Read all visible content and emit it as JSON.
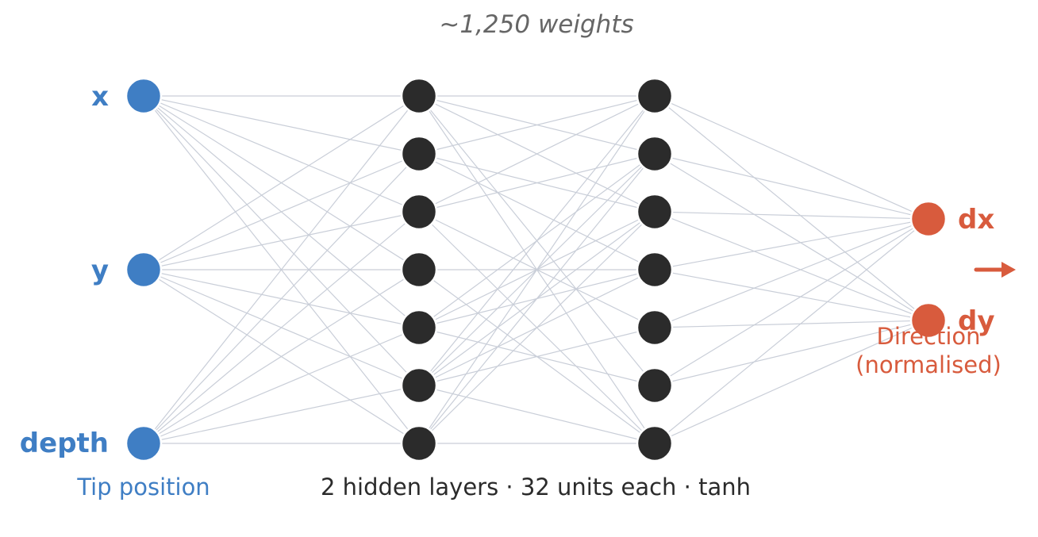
{
  "title": "~1,250 weights",
  "inputs": {
    "labels": [
      "x",
      "y",
      "depth"
    ],
    "caption": "Tip position",
    "color": "#3f7ec4"
  },
  "hidden": {
    "layers": 2,
    "nodes_drawn_per_layer": 7,
    "caption": "2 hidden layers · 32 units each · tanh",
    "color": "#2b2b2b"
  },
  "outputs": {
    "labels": [
      "dx",
      "dy"
    ],
    "caption_line1": "Direction",
    "caption_line2": "(normalised)",
    "color": "#d85b3d",
    "arrow_icon": "arrow-right-icon"
  },
  "edge_color": "#c9ced8"
}
